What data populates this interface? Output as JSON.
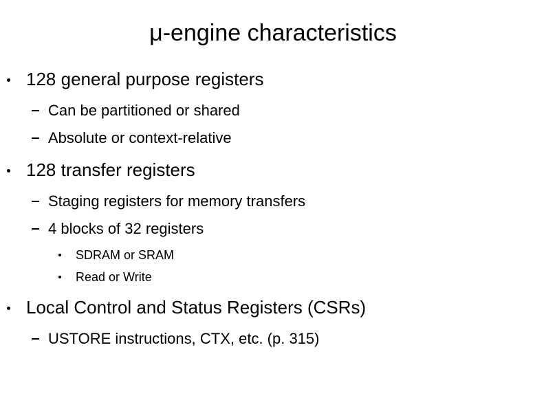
{
  "slide": {
    "title": "μ-engine characteristics",
    "background_color": "#ffffff",
    "text_color": "#000000",
    "bullets": {
      "level1_marker": "•",
      "level2_marker": "–",
      "level3_marker": "•"
    },
    "outline": [
      {
        "level": 1,
        "text": "128 general purpose registers",
        "children": [
          {
            "level": 2,
            "text": "Can be partitioned or shared"
          },
          {
            "level": 2,
            "text": "Absolute or context-relative"
          }
        ]
      },
      {
        "level": 1,
        "text": "128 transfer registers",
        "children": [
          {
            "level": 2,
            "text": "Staging registers for memory transfers"
          },
          {
            "level": 2,
            "text": "4 blocks of 32 registers",
            "children": [
              {
                "level": 3,
                "text": "SDRAM or SRAM"
              },
              {
                "level": 3,
                "text": "Read or Write"
              }
            ]
          }
        ]
      },
      {
        "level": 1,
        "text": "Local Control and Status Registers (CSRs)",
        "children": [
          {
            "level": 2,
            "text": "USTORE instructions, CTX, etc. (p. 315)"
          }
        ]
      }
    ]
  }
}
